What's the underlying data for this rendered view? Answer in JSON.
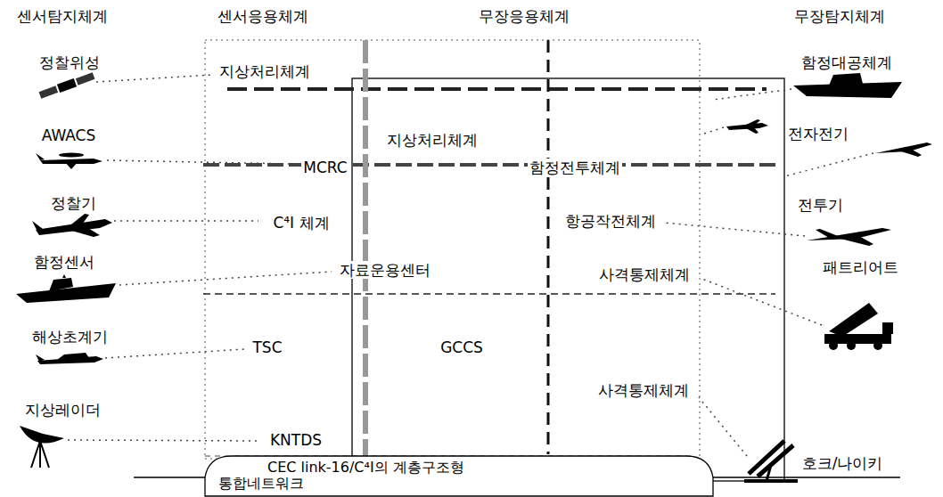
{
  "diagram": {
    "nodes": [
      {
        "text": [
          "CEC link-16/C⁴I의 계층구조형 통합네트워크"
        ]
      }
    ],
    "labels": [
      "센서탐지체계",
      "센서응용체계",
      "무장응용체계",
      "무장탐지체계",
      "정찰위성",
      "지상처리체계",
      "함정대공체계",
      "AWACS",
      "지상처리체계",
      "전자전기",
      "MCRC",
      "함정전투체계",
      "정찰기",
      "전투기",
      "C⁴I 체계",
      "항공작전체계",
      "함정센서",
      "패트리어트",
      "자료운용센터",
      "사격통제체계",
      "해상초계기",
      "TSC",
      "GCCS",
      "사격통제체계",
      "지상레이더",
      "KNTDS",
      "호크/나이키"
    ]
  }
}
